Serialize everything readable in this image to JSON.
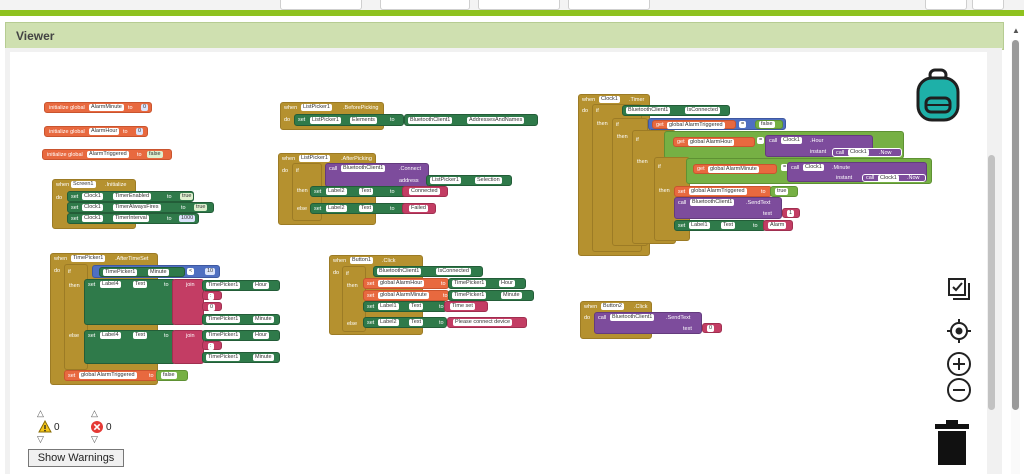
{
  "viewer": {
    "title": "Viewer"
  },
  "warnings": {
    "warning_count": "0",
    "error_count": "0",
    "show_button": "Show Warnings"
  },
  "blocks": {
    "g1": {
      "kw": "initialize global",
      "name": "AlarmMinute",
      "to": "to",
      "val": "0"
    },
    "g2": {
      "kw": "initialize global",
      "name": "AlarmHour",
      "to": "to",
      "val": "0"
    },
    "g3": {
      "kw": "initialize global",
      "name": "AlarmTriggered",
      "to": "to",
      "val": "false"
    },
    "screen": {
      "when": "when",
      "comp": "Screen1",
      "event": ".Initialize",
      "do": "do",
      "rows": [
        {
          "set": "set",
          "comp": "Clock1",
          "prop": "TimerEnabled",
          "to": "to",
          "val": "true"
        },
        {
          "set": "set",
          "comp": "Clock1",
          "prop": "TimerAlwaysFires",
          "to": "to",
          "val": "true"
        },
        {
          "set": "set",
          "comp": "Clock1",
          "prop": "TimerInterval",
          "to": "to",
          "val": "1000"
        }
      ]
    },
    "lpb": {
      "when": "when",
      "comp": "ListPicker1",
      "event": ".BeforePicking",
      "do": "do",
      "set": "set",
      "comp2": "ListPicker1",
      "prop": "Elements",
      "to": "to",
      "src": "BluetoothClient1",
      "srcprop": "AddressesAndNames"
    },
    "lpa": {
      "when": "when",
      "comp": "ListPicker1",
      "event": ".AfterPicking",
      "do": "do",
      "if": "if",
      "then": "then",
      "else": "else",
      "call": "call",
      "bt": "BluetoothClient1",
      "method": ".Connect",
      "address": "address",
      "lp": "ListPicker1",
      "sel": "Selection",
      "set": "set",
      "label": "Label2",
      "text": "Text",
      "to": "to",
      "connected": "Connected",
      "failed": "Failed"
    },
    "tp": {
      "when": "when",
      "comp": "TimePicker1",
      "event": ".AfterTimeSet",
      "do": "do",
      "if": "if",
      "then": "then",
      "else": "else",
      "tp": "TimePicker1",
      "minute": "Minute",
      "lt": "<",
      "ten": "10",
      "set": "set",
      "label": "Label4",
      "text": "Text",
      "to": "to",
      "join": "join",
      "hour": "Hour",
      "colon": ":",
      "zero": "0",
      "setg": "set",
      "gname": "global AlarmTriggered",
      "false": "false"
    },
    "b1": {
      "when": "when",
      "comp": "Button1",
      "event": ".Click",
      "do": "do",
      "if": "if",
      "then": "then",
      "else": "else",
      "bt": "BluetoothClient1",
      "isc": "IsConnected",
      "set": "set",
      "gh": "global AlarmHour",
      "gm": "global AlarmMinute",
      "to": "to",
      "tp": "TimePicker1",
      "hour": "Hour",
      "minute": "Minute",
      "label1": "Label1",
      "label2": "Label2",
      "text": "Text",
      "timeset": "Time set",
      "please": "Please connect device"
    },
    "clk": {
      "when": "when",
      "comp": "Clock1",
      "event": ".Timer",
      "do": "do",
      "if": "if",
      "then": "then",
      "bt": "BluetoothClient1",
      "isc": "IsConnected",
      "get": "get",
      "gat": "global AlarmTriggered",
      "eq": "=",
      "false": "false",
      "gah": "global AlarmHour",
      "gam": "global AlarmMinute",
      "call": "call",
      "clock": "Clock1",
      "hour": ".Hour",
      "minute": ".Minute",
      "instant": "instant",
      "now": ".Now",
      "set": "set",
      "to": "to",
      "true": "true",
      "send": ".SendText",
      "text": "text",
      "one": "1",
      "label1": "Label1",
      "textp": "Text",
      "alarm": "Alarm"
    },
    "b2": {
      "when": "when",
      "comp": "Button2",
      "event": ".Click",
      "do": "do",
      "call": "call",
      "bt": "BluetoothClient1",
      "send": ".SendText",
      "text": "text",
      "zero": "0"
    }
  },
  "icons": [
    "backpack-icon",
    "checklist-icon",
    "target-icon",
    "zoom-in-icon",
    "zoom-out-icon",
    "trash-icon",
    "warning-icon",
    "error-icon"
  ]
}
